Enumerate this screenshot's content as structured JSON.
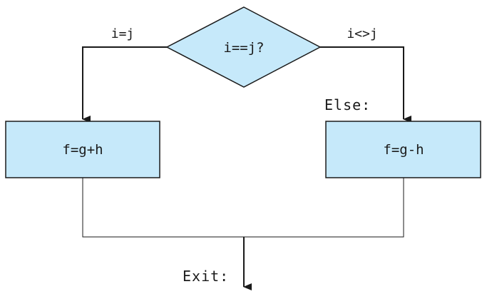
{
  "diagram": {
    "decision": {
      "text": "i==j?"
    },
    "branches": {
      "true_label": "i=j",
      "false_label": "i<>j"
    },
    "then_block": {
      "text": "f=g+h"
    },
    "else_block": {
      "text": "f=g-h"
    },
    "labels": {
      "else": "Else:",
      "exit": "Exit:"
    }
  },
  "colors": {
    "node_fill": "#c6e9fa",
    "stroke": "#1a1a1a"
  }
}
